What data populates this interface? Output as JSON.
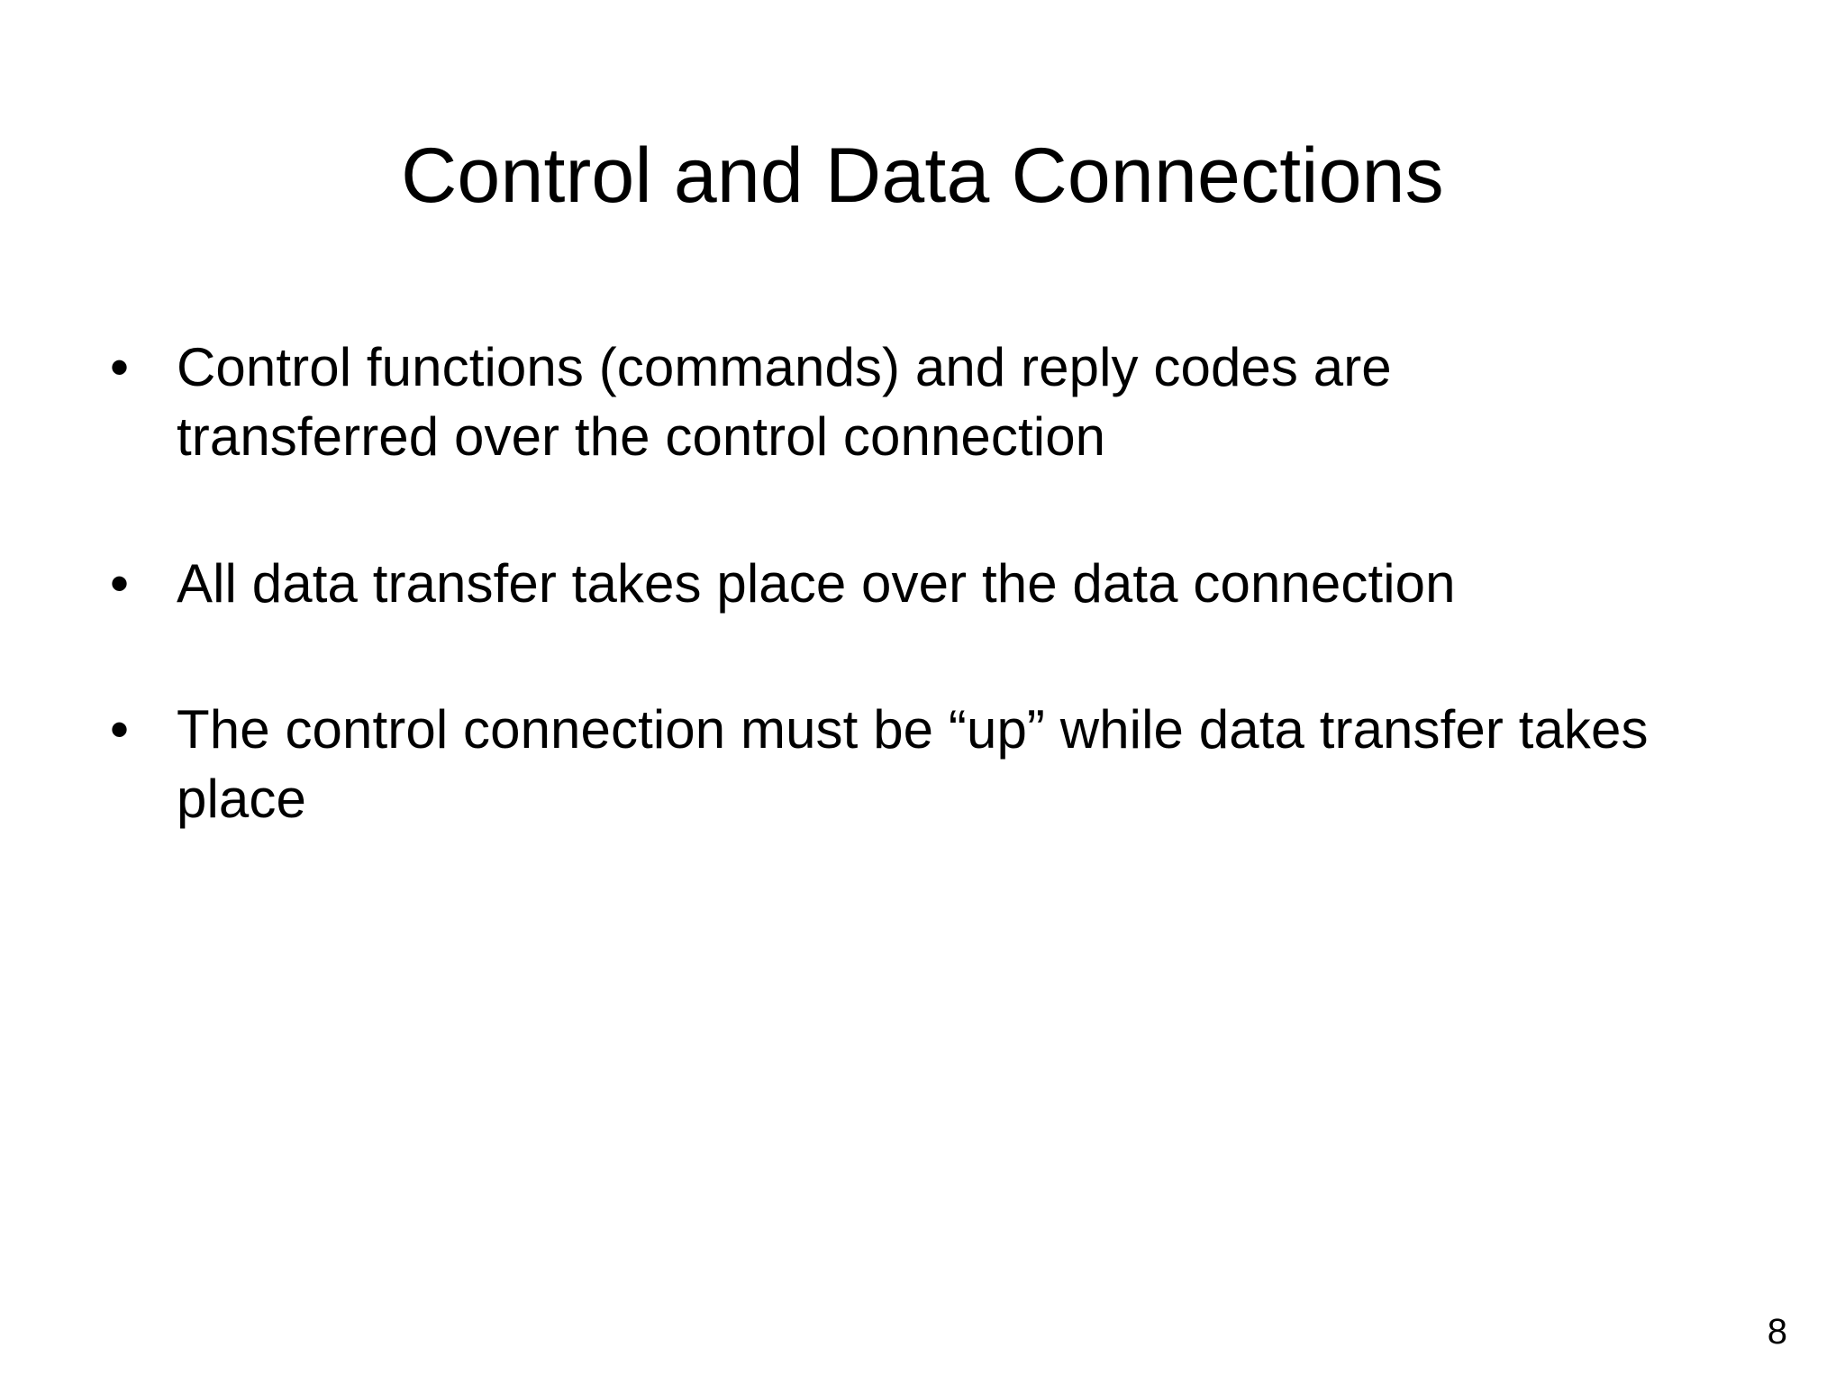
{
  "slide": {
    "title": "Control and Data Connections",
    "page_number": "8",
    "bullet_marker": "•",
    "background_color": "#ffffff",
    "text_color": "#000000",
    "bullets": [
      {
        "id": "control-functions",
        "text": "Control functions (commands) and reply codes are transferred over the control connection"
      },
      {
        "id": "data-transfer",
        "text": "All data transfer takes place over the data connection"
      },
      {
        "id": "control-connection-up",
        "text": "The control connection must be “up” while data transfer takes place"
      }
    ]
  }
}
